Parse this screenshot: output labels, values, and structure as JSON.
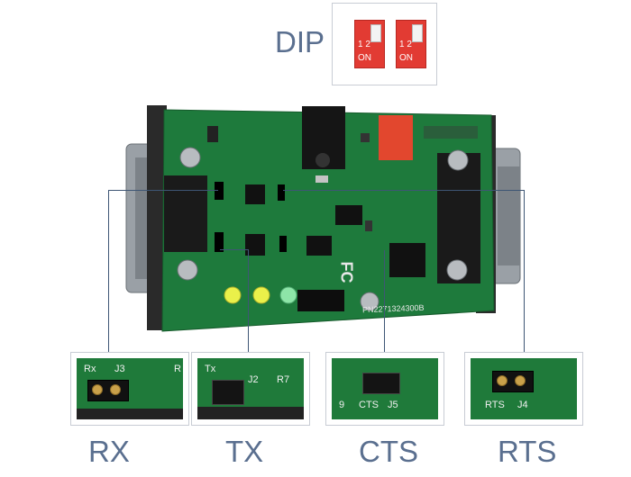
{
  "dip": {
    "title": "DIP",
    "switch1": {
      "numbers": "1  2",
      "on": "ON"
    },
    "switch2": {
      "numbers": "1  2",
      "on": "ON"
    }
  },
  "board": {
    "silkscreen": {
      "pn": "PN2271324300B",
      "fc": "FC"
    }
  },
  "details": [
    {
      "name": "RX",
      "silk_label": "Rx",
      "jumper_label": "J3",
      "extra": "R"
    },
    {
      "name": "TX",
      "silk_label": "Tx",
      "jumper_label": "J2",
      "extra": "R7"
    },
    {
      "name": "CTS",
      "silk_label": "CTS",
      "jumper_label": "J5",
      "extra": "9"
    },
    {
      "name": "RTS",
      "silk_label": "RTS",
      "jumper_label": "J4",
      "extra": ""
    }
  ]
}
